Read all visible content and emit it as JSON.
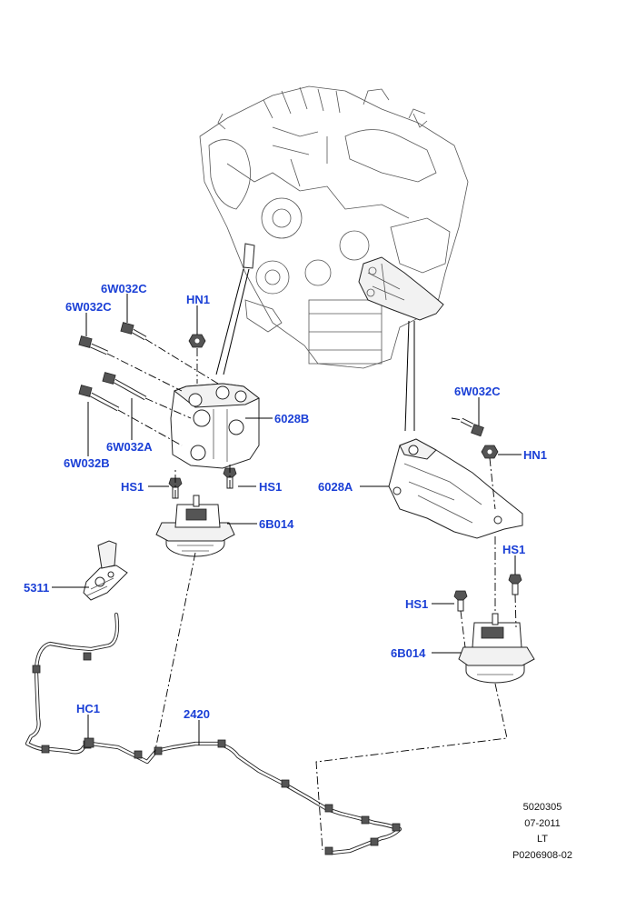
{
  "callouts": {
    "c_6w032c_top": "6W032C",
    "c_6w032c_left": "6W032C",
    "c_hn1_left": "HN1",
    "c_6028b": "6028B",
    "c_6w032a": "6W032A",
    "c_6w032b": "6W032B",
    "c_hs1_left_a": "HS1",
    "c_hs1_left_b": "HS1",
    "c_6b014_left": "6B014",
    "c_5311": "5311",
    "c_hc1": "HC1",
    "c_2420": "2420",
    "c_6w032c_right": "6W032C",
    "c_hn1_right": "HN1",
    "c_6028a": "6028A",
    "c_hs1_right_a": "HS1",
    "c_hs1_right_b": "HS1",
    "c_6b014_right": "6B014"
  },
  "reference": {
    "line1": "5020305",
    "line2": "07-2011",
    "line3": "LT",
    "line4": "P0206908-02"
  },
  "colors": {
    "callout": "#1a3fd6",
    "line": "#000000"
  }
}
